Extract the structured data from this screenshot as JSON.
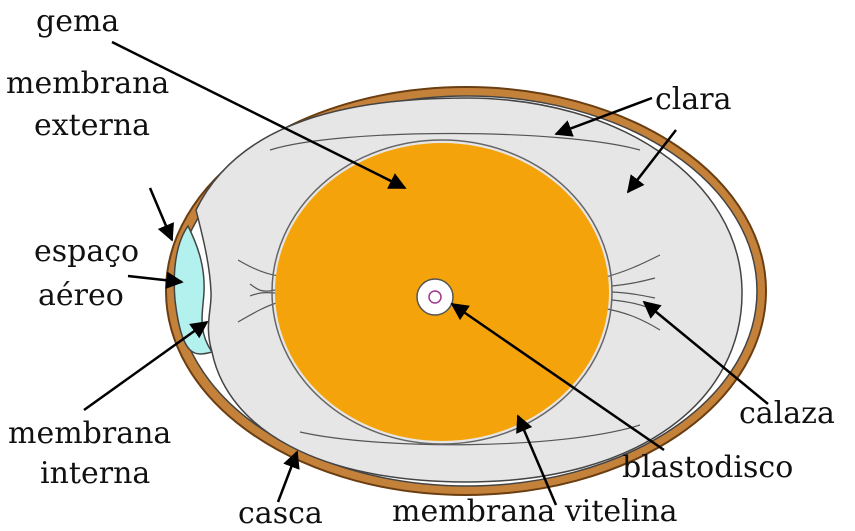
{
  "colors": {
    "shell": "#c4813a",
    "shell_edge": "#6b3e12",
    "albumen": "#e6e6e6",
    "yolk": "#f5a30a",
    "air_cell": "#b2f1ee",
    "outline": "#333333",
    "arrow": "#000000"
  },
  "labels": {
    "gema": "gema",
    "membrana_externa_1": "membrana",
    "membrana_externa_2": "externa",
    "espaco_aereo_1": "espaço",
    "espaco_aereo_2": "aéreo",
    "membrana_interna_1": "membrana",
    "membrana_interna_2": "interna",
    "casca": "casca",
    "membrana_vitelina": "membrana vitelina",
    "blastodisco": "blastodisco",
    "calaza": "calaza",
    "clara": "clara"
  }
}
